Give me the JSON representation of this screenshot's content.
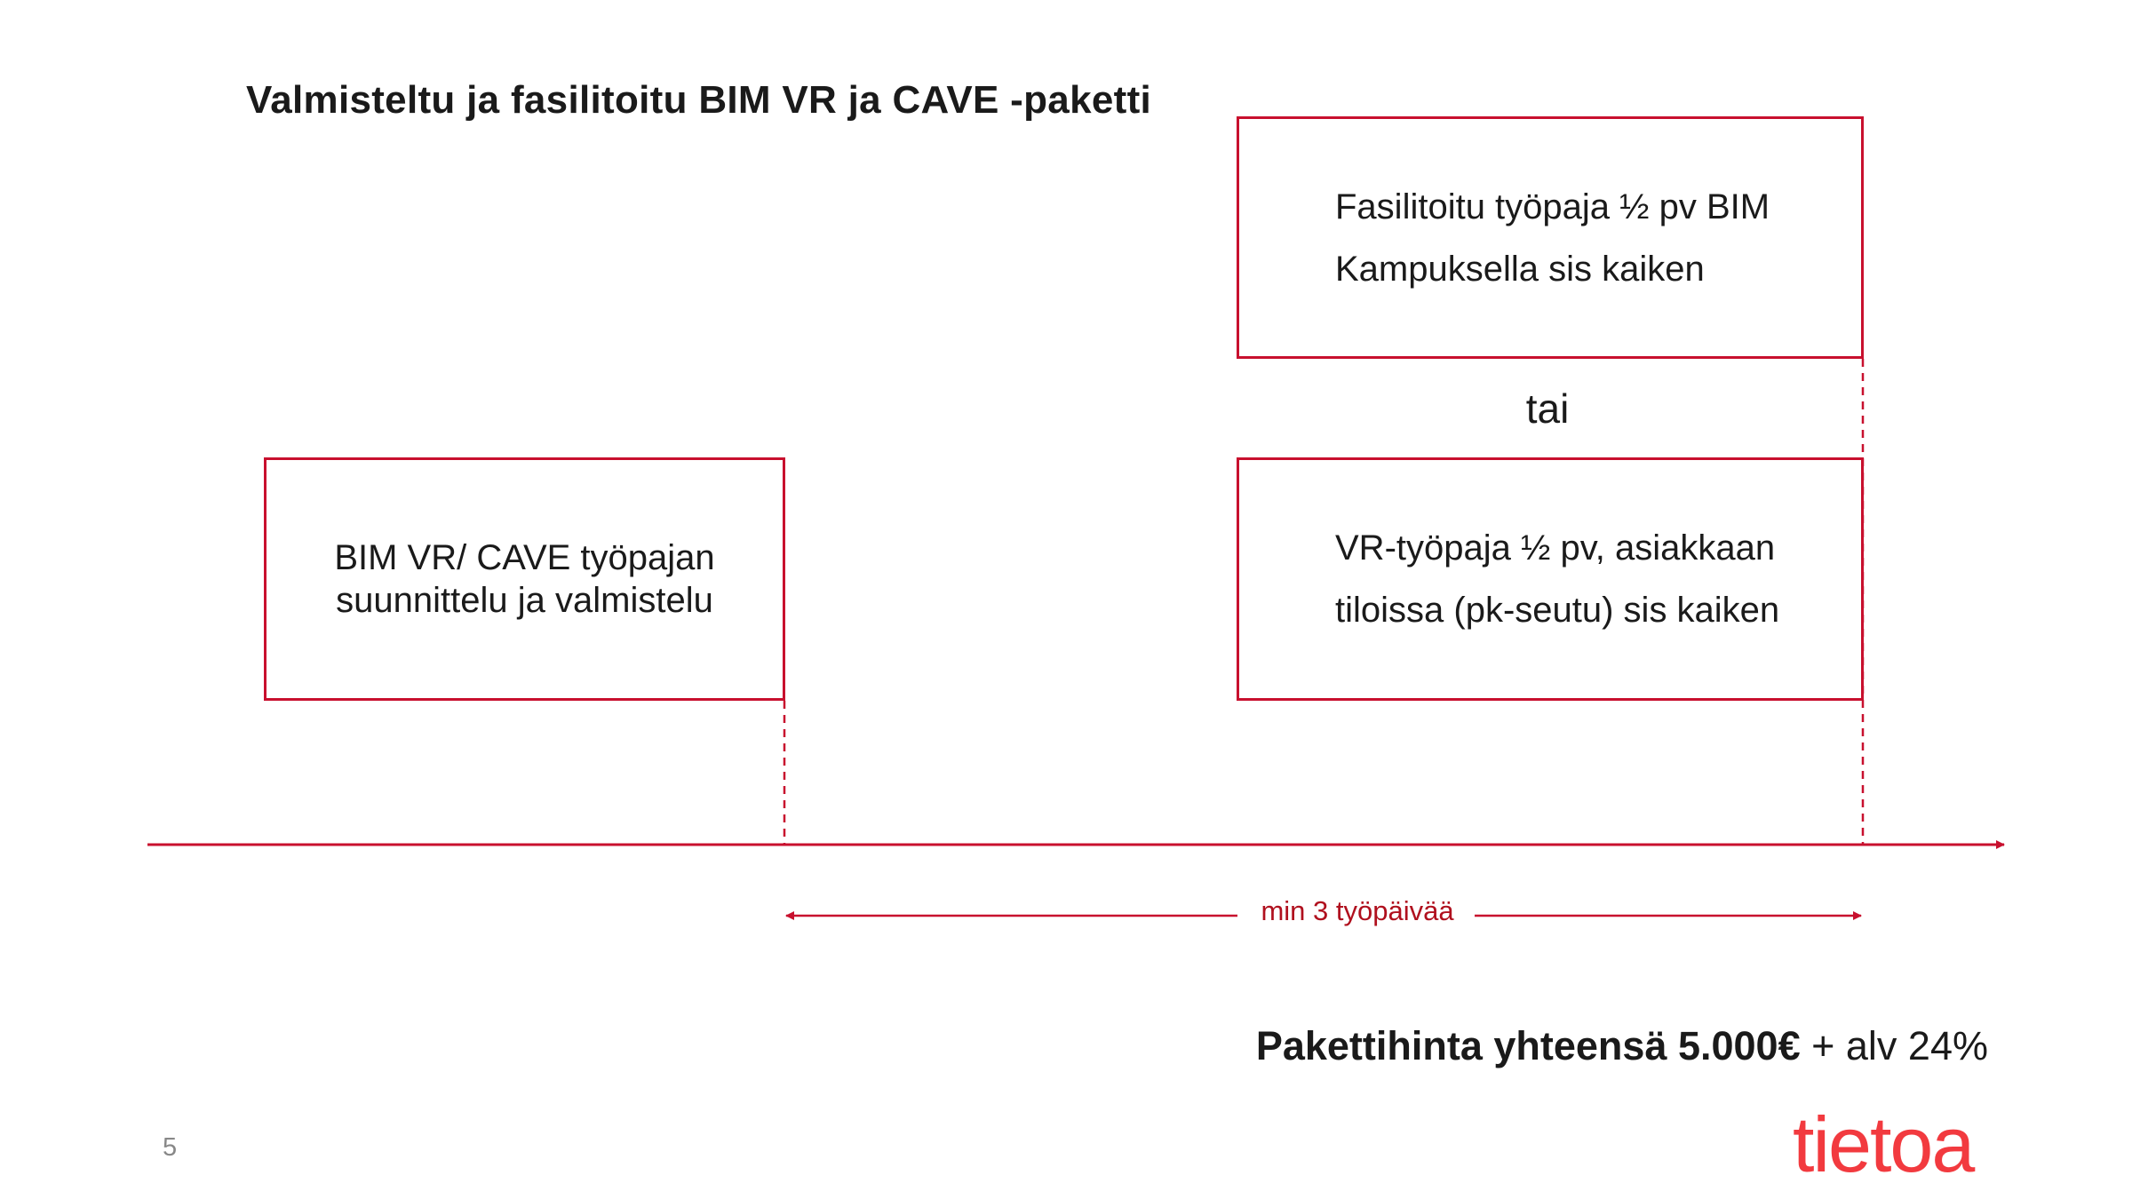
{
  "title": "Valmisteltu ja fasilitoitu BIM VR ja CAVE -paketti",
  "boxes": {
    "prep": [
      "BIM VR/ CAVE työpajan",
      "suunnittelu ja valmistelu"
    ],
    "campus": [
      "Fasilitoitu työpaja ½ pv BIM",
      "Kampuksella sis kaiken"
    ],
    "onsite": [
      "VR-työpaja ½ pv, asiakkaan",
      "tiloissa (pk-seutu) sis kaiken"
    ]
  },
  "or_label": "tai",
  "duration_label": "min 3 työpäivää",
  "price": {
    "bold": "Pakettihinta yhteensä 5.000€",
    "rest": " + alv 24%"
  },
  "page_number": "5",
  "logo": "tietoa",
  "colors": {
    "accent": "#c8102e",
    "logo": "#f23a3f"
  }
}
